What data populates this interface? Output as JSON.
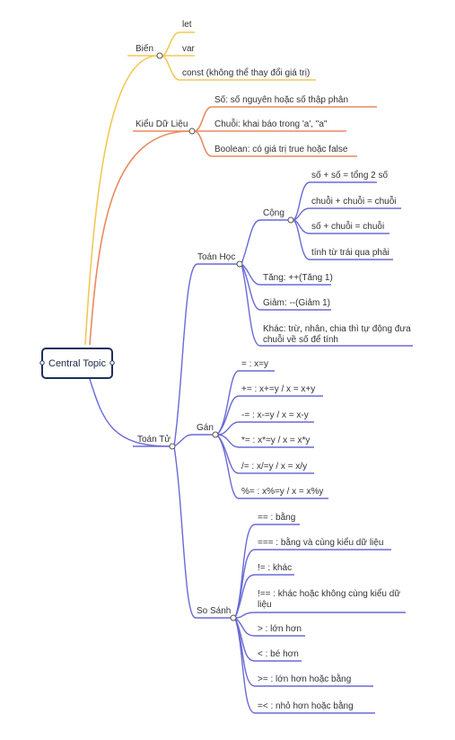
{
  "central_topic": {
    "label": "Central Topic"
  },
  "colors": {
    "central_border": "#1f2f5c",
    "bien": "#f0c956",
    "kieu_du_lieu": "#e98a5f",
    "toan_tu": "#6a6ad6",
    "text": "#333333"
  },
  "branches": {
    "bien": {
      "label": "Biến",
      "children": [
        "let",
        "var",
        "const (không thể thay đổi giá trị)"
      ]
    },
    "kieu_du_lieu": {
      "label": "Kiểu Dữ Liệu",
      "children": [
        "Số: số nguyên hoặc số thập phân",
        "Chuỗi: khai báo trong 'a', \"a\"",
        "Boolean: có giá trị true hoặc false"
      ]
    },
    "toan_tu": {
      "label": "Toán Tử",
      "toan_hoc": {
        "label": "Toán Học",
        "cong": {
          "label": "Cộng",
          "children": [
            "số + số = tổng 2 số",
            "chuỗi + chuỗi = chuỗi",
            "số + chuỗi = chuỗi",
            "tính từ trái qua phải"
          ]
        },
        "children": [
          "Tăng: ++(Tăng 1)",
          "Giảm: --(Giảm 1)"
        ],
        "khac": {
          "line1": "Khác: trừ, nhân, chia thì tự động đưa",
          "line2": "chuỗi về số để tính"
        }
      },
      "gan": {
        "label": "Gán",
        "children": [
          "= : x=y",
          "+= : x+=y / x = x+y",
          "-= : x-=y / x = x-y",
          "*= : x*=y / x = x*y",
          "/= : x/=y / x = x/y",
          "%= : x%=y / x = x%y"
        ]
      },
      "so_sanh": {
        "label": "So Sánh",
        "children": [
          {
            "line1": "== : bằng"
          },
          {
            "line1": "=== : bằng và cùng kiểu dữ liệu"
          },
          {
            "line1": "!= : khác"
          },
          {
            "line1": "!== : khác hoặc không cùng kiểu dữ",
            "line2": "liệu"
          },
          {
            "line1": "> : lớn hơn"
          },
          {
            "line1": "< : bé hơn"
          },
          {
            "line1": ">= : lớn hơn hoặc bằng"
          },
          {
            "line1": "=< : nhỏ hơn hoặc bằng"
          }
        ]
      }
    }
  }
}
